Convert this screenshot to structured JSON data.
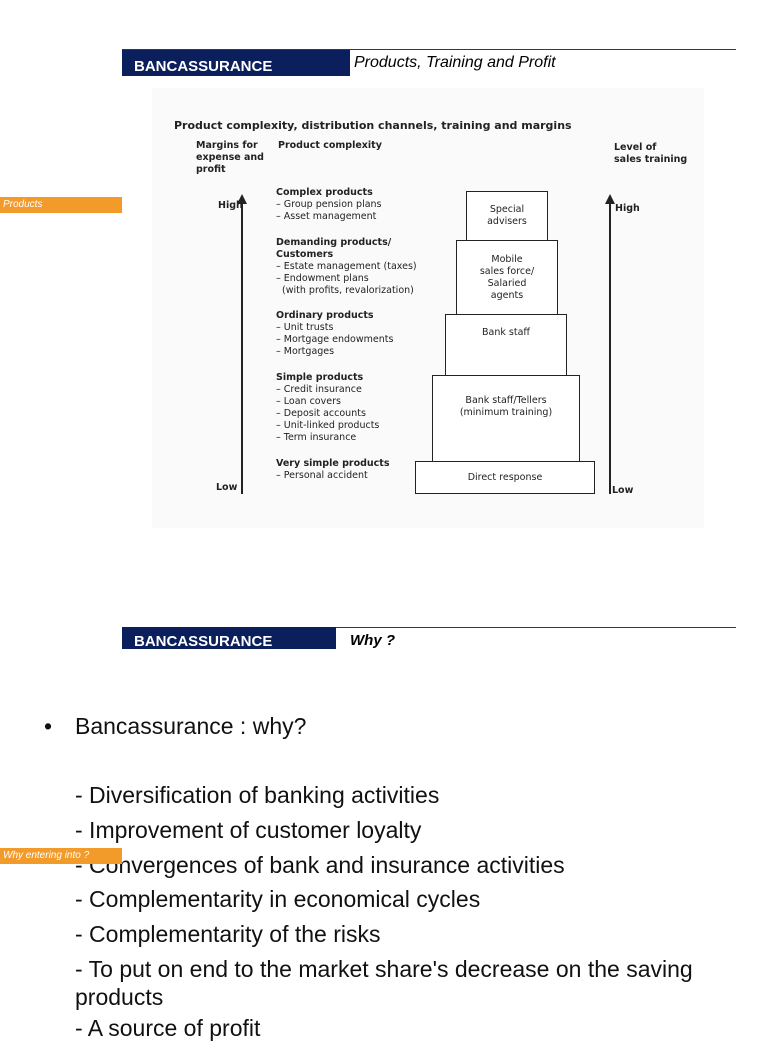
{
  "slide1": {
    "header": "BANCASSURANCE",
    "subtitle": "Products, Training and Profit",
    "side_tag": "Products"
  },
  "figure": {
    "title": "Product complexity, distribution channels, training and margins",
    "left_axis_label": "Margins for\nexpense and\nprofit",
    "complexity_label": "Product complexity",
    "right_axis_label": "Level of\nsales training",
    "left_high": "High",
    "left_low": "Low",
    "right_high": "High",
    "right_low": "Low",
    "groups": [
      {
        "title": "Complex products",
        "items": [
          "– Group pension plans",
          "– Asset management"
        ]
      },
      {
        "title": "Demanding products/\nCustomers",
        "items": [
          "– Estate management (taxes)",
          "– Endowment plans",
          "  (with profits, revalorization)"
        ]
      },
      {
        "title": "Ordinary products",
        "items": [
          "– Unit trusts",
          "– Mortgage endowments",
          "– Mortgages"
        ]
      },
      {
        "title": "Simple products",
        "items": [
          "– Credit insurance",
          "– Loan covers",
          "– Deposit accounts",
          "– Unit-linked products",
          "– Term insurance"
        ]
      },
      {
        "title": "Very simple products",
        "items": [
          "– Personal accident"
        ]
      }
    ],
    "tiers": [
      "Special\nadvisers",
      "Mobile\nsales force/\nSalaried\nagents",
      "Bank staff",
      "Bank staff/Tellers\n(minimum training)",
      "Direct response"
    ]
  },
  "slide2": {
    "header": "BANCASSURANCE",
    "subtitle": "Why ?",
    "side_tag": "Why entering into ?",
    "bullet": "Bancassurance : why?",
    "lines": [
      "- Diversification of banking activities",
      "- Improvement of customer loyalty",
      "- Convergences of bank and insurance activities",
      "- Complementarity in economical cycles",
      "- Complementarity of the risks",
      "- To put on end to the market share's decrease on the saving products",
      "- A source of profit"
    ]
  }
}
